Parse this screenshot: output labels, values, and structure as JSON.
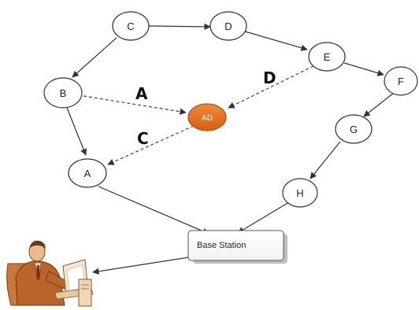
{
  "nodes": {
    "A": "A",
    "B": "B",
    "C": "C",
    "D": "D",
    "E": "E",
    "F": "F",
    "G": "G",
    "H": "H",
    "AD": "AD"
  },
  "edge_labels": {
    "A": "A",
    "C": "C",
    "D": "D"
  },
  "base_station": "Base Station",
  "icons": [
    "operator-at-computer-icon"
  ],
  "colors": {
    "ad_fill": "#e8701f",
    "ad_stroke": "#b24f0f",
    "node_stroke": "#333333",
    "edge": "#333333"
  }
}
